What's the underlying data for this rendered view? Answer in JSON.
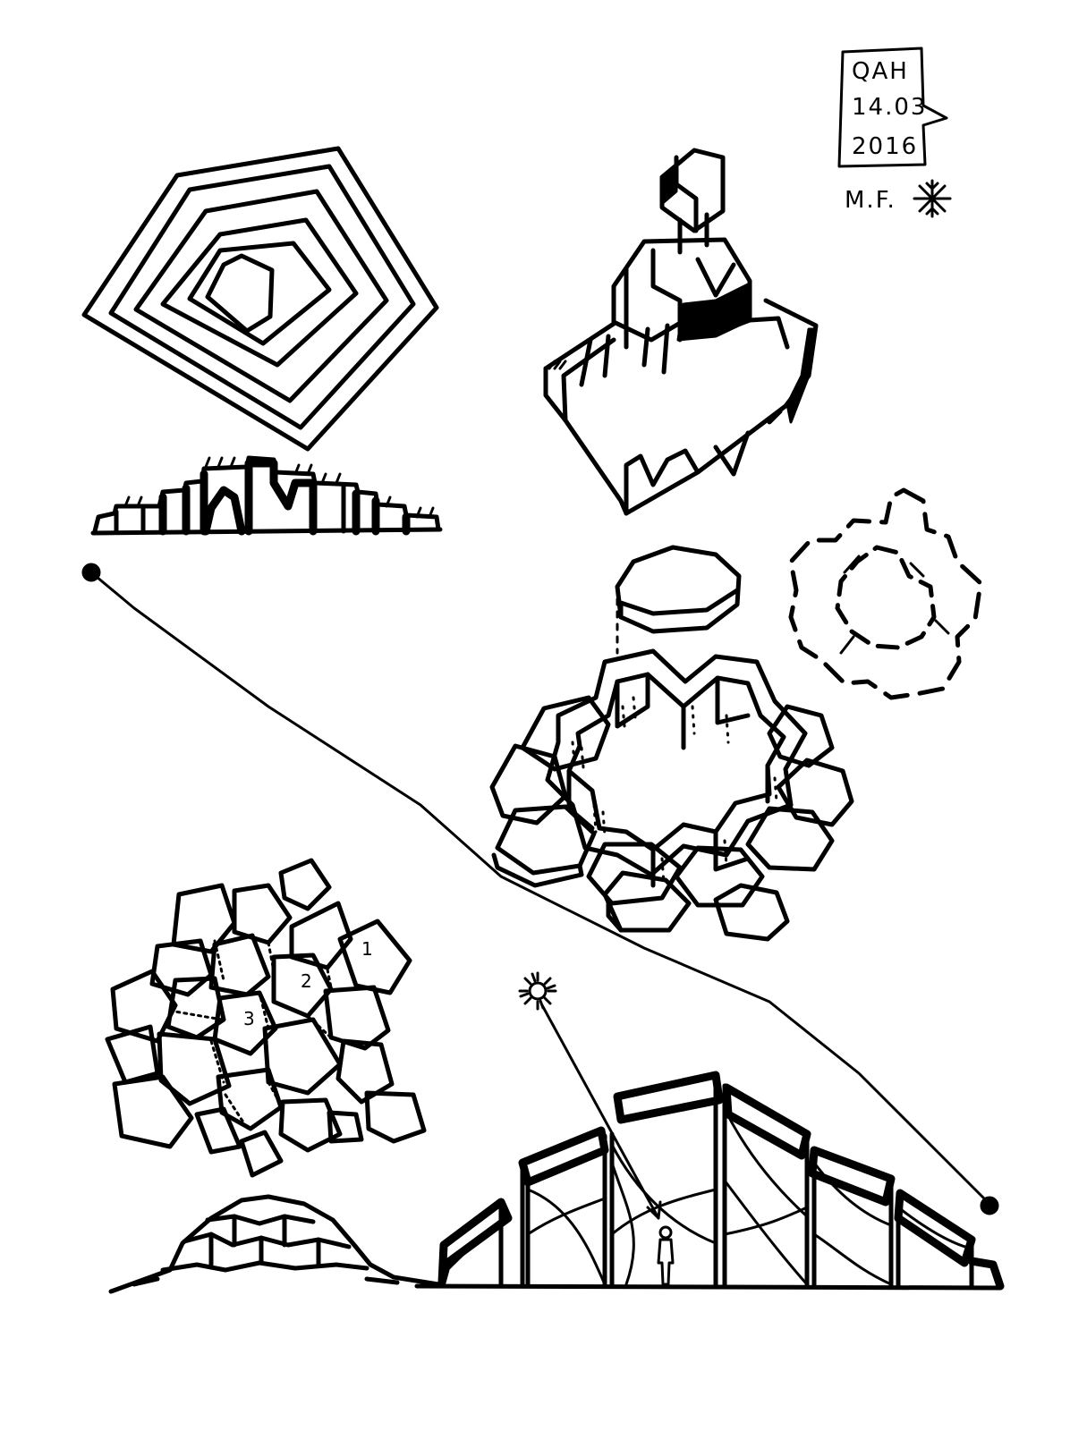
{
  "stamp": {
    "place": "QAH",
    "date": "14.03",
    "year": "2016",
    "initials": "M.F."
  },
  "cell_labels": [
    "1",
    "2",
    "3"
  ],
  "colors": {
    "ink": "#000000",
    "paper": "#ffffff"
  },
  "icons": [
    "snowflake-icon",
    "sun-icon",
    "human-figure-icon"
  ]
}
